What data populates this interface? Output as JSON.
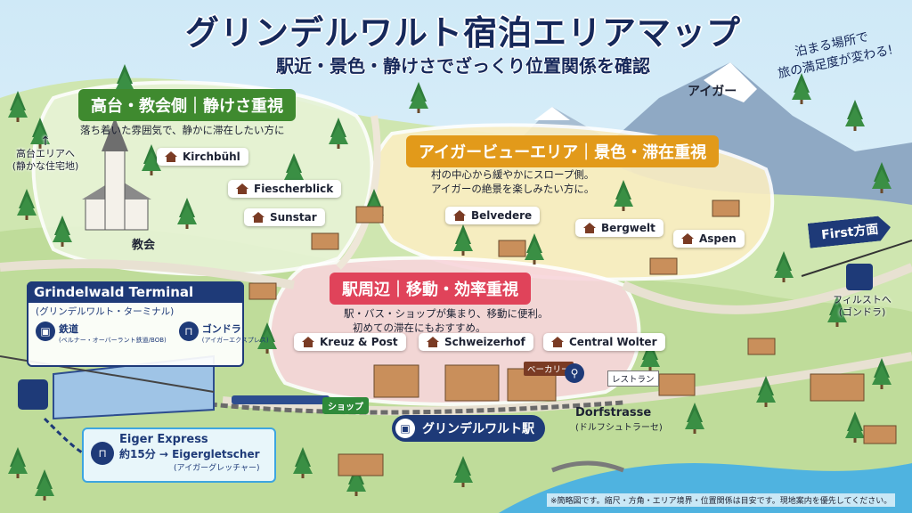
{
  "header": {
    "title": "グリンデルワルト宿泊エリアマップ",
    "subtitle": "駅近・景色・静けさでざっくり位置関係を確認"
  },
  "callout_top_right": {
    "line1": "泊まる場所で",
    "line2": "旅の満足度が変わる!"
  },
  "mountain_label": "アイガー",
  "zones": {
    "highland": {
      "title": "高台・教会側｜静けさ重視",
      "description": "落ち着いた雰囲気で、静かに滞在したい方に",
      "color": "#3f8a2f",
      "hotels": [
        "Kirchbühl",
        "Fiescherblick",
        "Sunstar"
      ]
    },
    "eiger_view": {
      "title": "アイガービューエリア｜景色・滞在重視",
      "description_line1": "村の中心から緩やかにスロープ側。",
      "description_line2": "アイガーの絶景を楽しみたい方に。",
      "color": "#e29a1a",
      "hotels": [
        "Belvedere",
        "Bergwelt",
        "Aspen"
      ]
    },
    "station": {
      "title": "駅周辺｜移動・効率重視",
      "description_line1": "駅・バス・ショップが集まり、移動に便利。",
      "description_line2": "初めての滞在にもおすすめ。",
      "color": "#e0435a",
      "hotels": [
        "Kreuz & Post",
        "Schweizerhof",
        "Central Wolter"
      ]
    }
  },
  "left_arrow_label": {
    "line1": "高台エリアへ",
    "line2": "(静かな住宅地)"
  },
  "church_label": "教会",
  "terminal": {
    "title": "Grindelwald Terminal",
    "subtitle": "(グリンデルワルト・ターミナル)",
    "rail_label": "鉄道",
    "rail_sub": "(ベルナー・オーバーラント鉄道/BOB)",
    "gondola_label": "ゴンドラ",
    "gondola_sub": "(アイガーエクスプレス)"
  },
  "eiger_express": {
    "title": "Eiger Express",
    "route": "約15分 → Eigergletscher",
    "route_sub": "(アイガーグレッチャー)"
  },
  "station": {
    "name": "グリンデルワルト駅"
  },
  "shop_label": "ショップ",
  "bakery_label": "ベーカリー",
  "restaurant_label": "レストラン",
  "dorfstrasse": {
    "name": "Dorfstrasse",
    "kana": "(ドルフシュトラーセ)"
  },
  "first": {
    "direction": "First方面",
    "gondola_line1": "フィルストへ",
    "gondola_line2": "(ゴンドラ)"
  },
  "footnote": "※簡略図です。縮尺・方角・エリア境界・位置関係は目安です。現地案内を優先してください。",
  "colors": {
    "navy": "#1e3a78",
    "sky": "#bfe3f4",
    "grass": "#cfe6b0",
    "river": "#4fb3e0"
  }
}
